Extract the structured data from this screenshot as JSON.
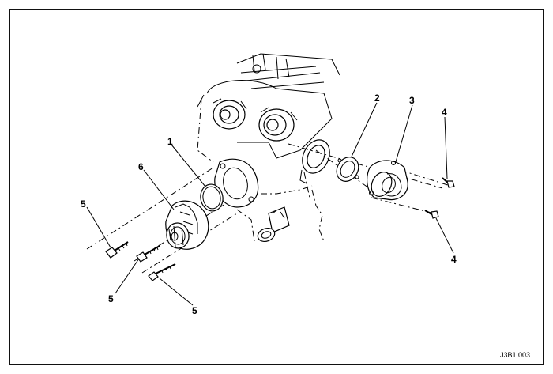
{
  "diagram": {
    "callouts": [
      {
        "id": "c1",
        "label": "1"
      },
      {
        "id": "c2",
        "label": "2"
      },
      {
        "id": "c3",
        "label": "3"
      },
      {
        "id": "c4a",
        "label": "4"
      },
      {
        "id": "c4b",
        "label": "4"
      },
      {
        "id": "c5a",
        "label": "5"
      },
      {
        "id": "c5b",
        "label": "5"
      },
      {
        "id": "c5c",
        "label": "5"
      },
      {
        "id": "c6",
        "label": "6"
      }
    ],
    "figure_code": "J3B1 003"
  }
}
